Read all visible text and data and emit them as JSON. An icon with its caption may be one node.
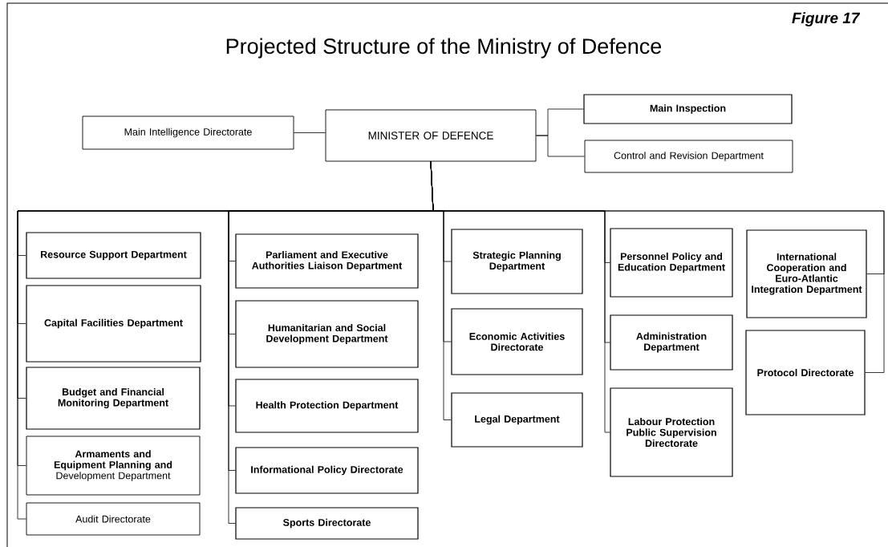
{
  "diagram": {
    "title": "Projected Structure of the Ministry of Defence",
    "nodes": [
      {
        "text": [
          "Main Intelligence Directorate"
        ]
      },
      {
        "text": [
          "MINISTER OF DEFENCE"
        ]
      },
      {
        "text": [
          "Main Inspection"
        ]
      },
      {
        "text": [
          "Control and Revision Department"
        ]
      },
      {
        "text": [
          "Resource Support Department"
        ]
      },
      {
        "text": [
          "Capital Facilities Department"
        ]
      },
      {
        "text": [
          "Budget and Financial Monitoring Department"
        ]
      },
      {
        "text": [
          "**Armaments and Equipment Planning and** Development Department"
        ]
      },
      {
        "text": [
          "Audit Directorate"
        ]
      },
      {
        "text": [
          "Parliament and Executive Authorities Liaison Department"
        ]
      },
      {
        "text": [
          "Humanitarian and Social Development Department"
        ]
      },
      {
        "text": [
          "Health Protection Department"
        ]
      },
      {
        "text": [
          "Informational Policy Directorate"
        ]
      },
      {
        "text": [
          "Sports Directorate"
        ]
      },
      {
        "text": [
          "Strategic Planning Department"
        ]
      },
      {
        "text": [
          "Economic Activities Directorate"
        ]
      },
      {
        "text": [
          "Legal Department"
        ]
      },
      {
        "text": [
          "Personnel Policy and Education Department"
        ]
      },
      {
        "text": [
          "Administration Department"
        ]
      },
      {
        "text": [
          "Labour Protection Public Supervision Directorate"
        ]
      },
      {
        "text": [
          "International Cooperation and Euro-Atlantic Integration Department"
        ]
      },
      {
        "text": [
          "Protocol Directorate"
        ]
      }
    ],
    "edges": [
      {
        "from": 0,
        "to": 1,
        "arrow": "none"
      },
      {
        "from": 1,
        "to": 2,
        "arrow": "none"
      },
      {
        "from": 1,
        "to": 3,
        "arrow": "none"
      },
      {
        "from": 1,
        "to": 4,
        "arrow": "none"
      },
      {
        "from": 1,
        "to": 5,
        "arrow": "none"
      },
      {
        "from": 1,
        "to": 6,
        "arrow": "none"
      },
      {
        "from": 1,
        "to": 7,
        "arrow": "none"
      },
      {
        "from": 1,
        "to": 8,
        "arrow": "none"
      },
      {
        "from": 1,
        "to": 9,
        "arrow": "none"
      },
      {
        "from": 1,
        "to": 10,
        "arrow": "none"
      },
      {
        "from": 1,
        "to": 11,
        "arrow": "none"
      },
      {
        "from": 1,
        "to": 12,
        "arrow": "none"
      },
      {
        "from": 1,
        "to": 13,
        "arrow": "none"
      },
      {
        "from": 1,
        "to": 14,
        "arrow": "none"
      },
      {
        "from": 1,
        "to": 15,
        "arrow": "none"
      },
      {
        "from": 1,
        "to": 16,
        "arrow": "none"
      },
      {
        "from": 1,
        "to": 17,
        "arrow": "none"
      },
      {
        "from": 1,
        "to": 18,
        "arrow": "none"
      },
      {
        "from": 1,
        "to": 19,
        "arrow": "none"
      },
      {
        "from": 1,
        "to": 20,
        "arrow": "none"
      },
      {
        "from": 1,
        "to": 21,
        "arrow": "none"
      }
    ],
    "labels": [
      "Figure 17"
    ]
  }
}
